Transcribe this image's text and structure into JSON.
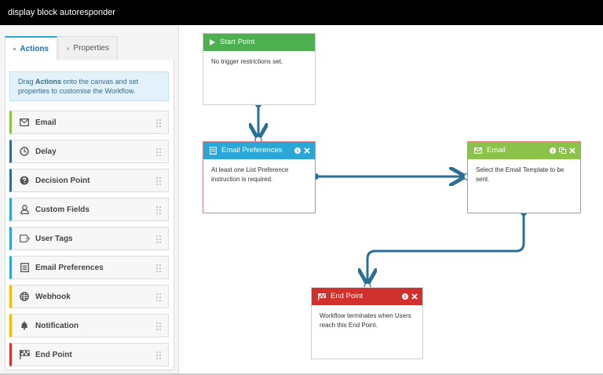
{
  "app": {
    "title": "display block autoresponder"
  },
  "tabs": {
    "actions": "Actions",
    "properties": "Properties"
  },
  "info": {
    "prefix": "Drag ",
    "bold": "Actions",
    "suffix": " onto the canvas and set properties to customise the Workflow."
  },
  "actions": [
    {
      "label": "Email",
      "icon": "envelope-icon",
      "color": "#8bc34a"
    },
    {
      "label": "Delay",
      "icon": "clock-icon",
      "color": "#2f6f8f"
    },
    {
      "label": "Decision Point",
      "icon": "help-circle-icon",
      "color": "#2f6f8f"
    },
    {
      "label": "Custom Fields",
      "icon": "person-icon",
      "color": "#2aa7d6"
    },
    {
      "label": "User Tags",
      "icon": "tag-icon",
      "color": "#2aa7d6"
    },
    {
      "label": "Email Preferences",
      "icon": "list-doc-icon",
      "color": "#2aa7d6"
    },
    {
      "label": "Webhook",
      "icon": "globe-icon",
      "color": "#f5b800"
    },
    {
      "label": "Notification",
      "icon": "bell-icon",
      "color": "#f5b800"
    },
    {
      "label": "End Point",
      "icon": "checkered-flag-icon",
      "color": "#d0312d"
    }
  ],
  "nodes": {
    "start": {
      "title": "Start Point",
      "body": "No trigger restrictions set.",
      "color": "#4caf50"
    },
    "prefs": {
      "title": "Email Preferences",
      "body": "At least one List Preference instruction is required.",
      "color": "#2aa7d6"
    },
    "email": {
      "title": "Email",
      "body": "Select the Email Template to be sent.",
      "color": "#8bc34a"
    },
    "end": {
      "title": "End Point",
      "body": "Workflow terminates when Users reach this End Point.",
      "color": "#d0312d"
    }
  },
  "colors": {
    "connector": "#2a6f97"
  }
}
